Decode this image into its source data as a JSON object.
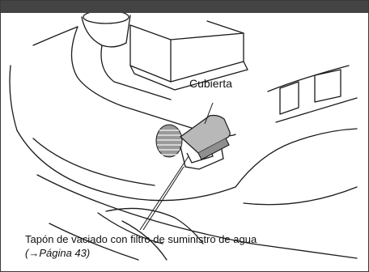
{
  "labels": {
    "cover": "Cubierta",
    "drain_plug": "Tapón de vaciado con filtro de suministro de agua",
    "page_reference": "(→Página 43)"
  },
  "colors": {
    "header_bar": "#444444",
    "line_art": "#1a1a1a",
    "cover_fill": "#b8b8b8",
    "plug_fill": "#9a9a9a"
  }
}
